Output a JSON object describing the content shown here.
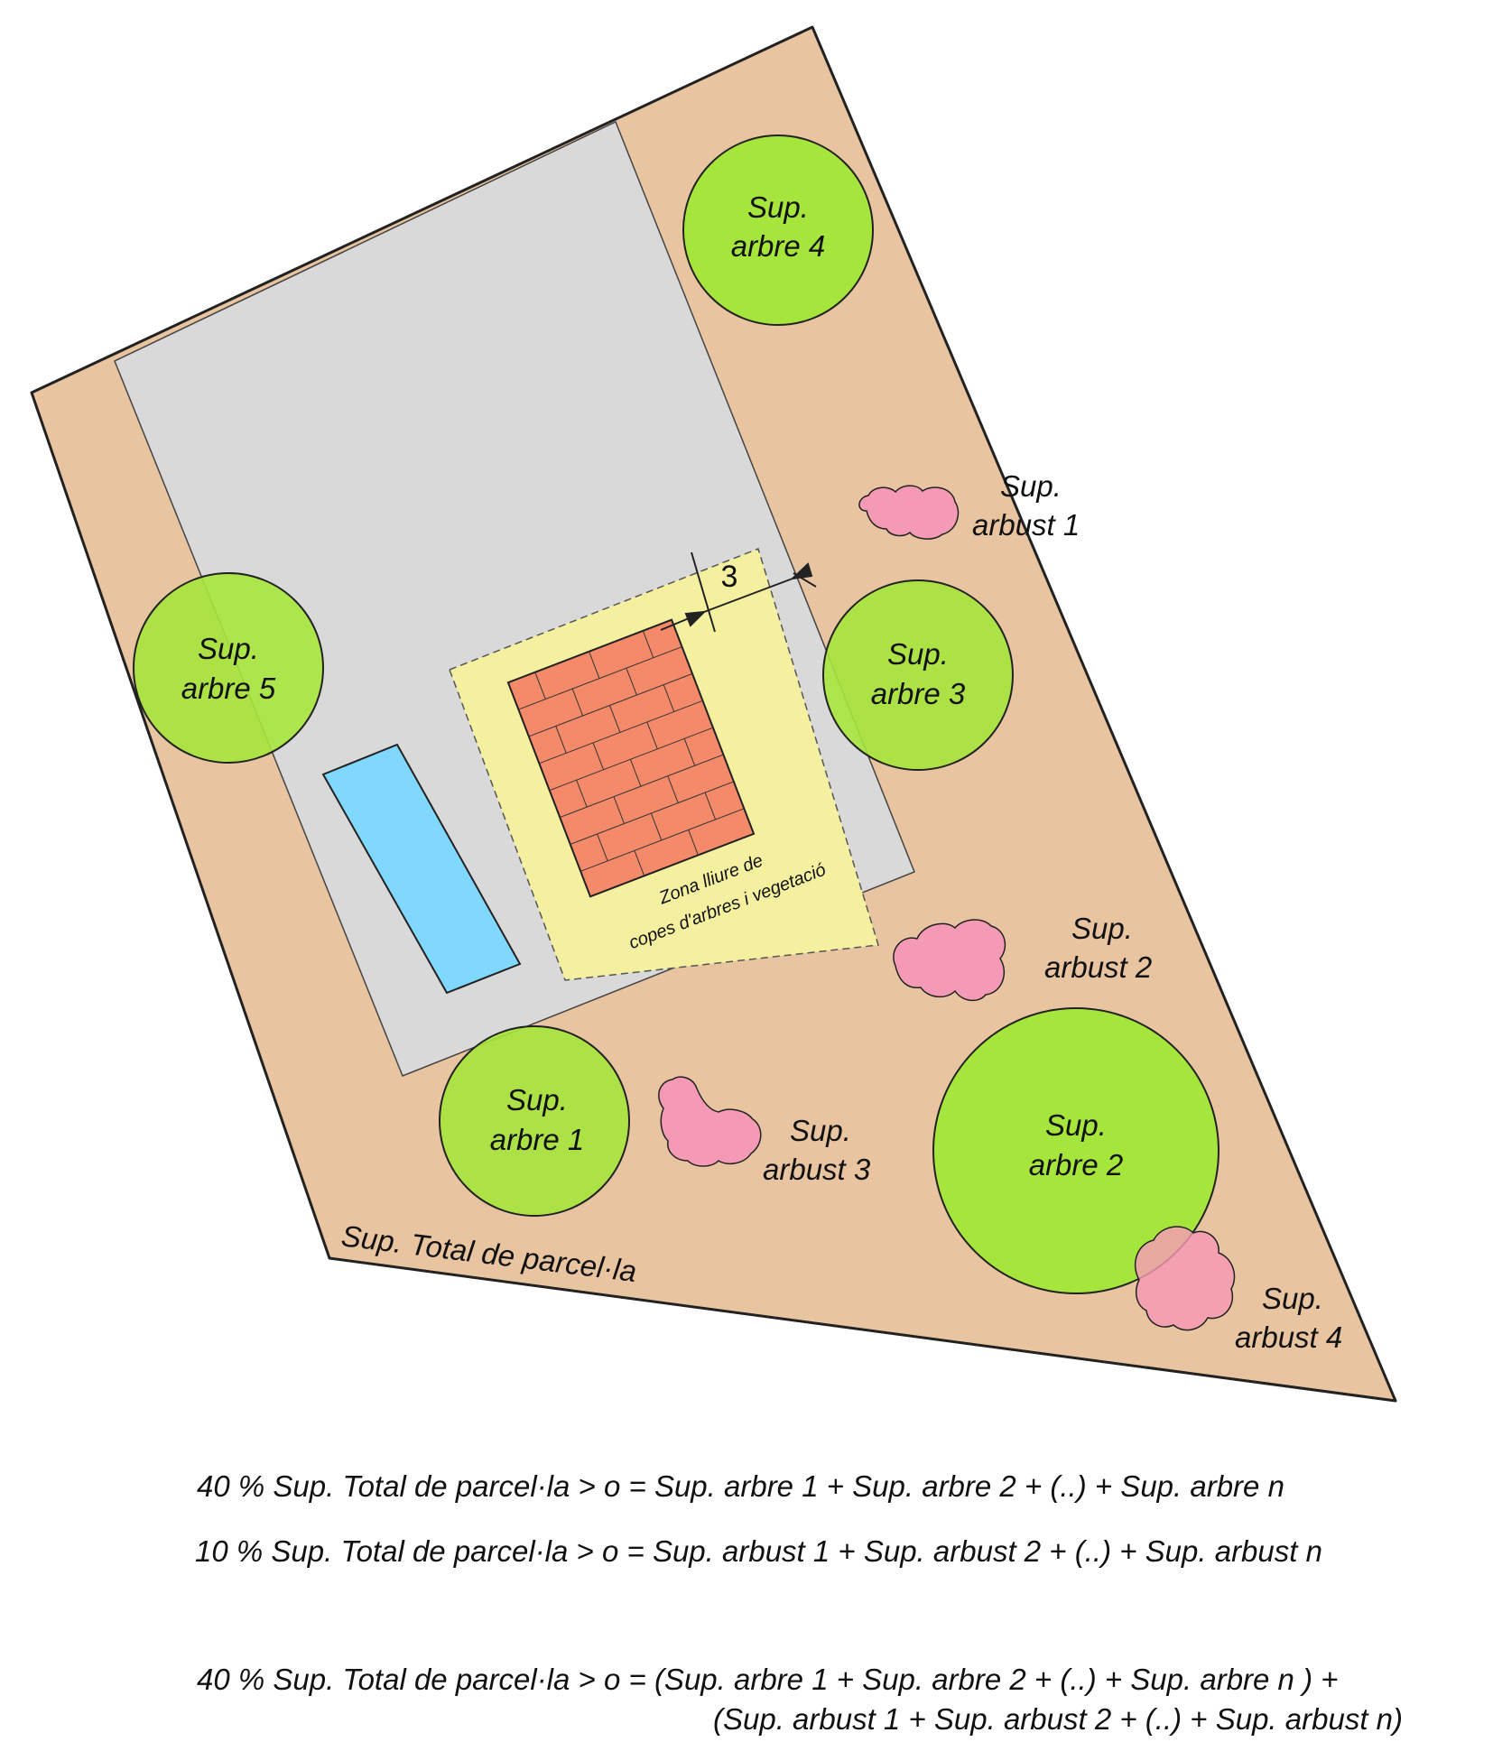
{
  "labels": {
    "arbre_1": [
      "Sup.",
      "arbre 1"
    ],
    "arbre_2": [
      "Sup.",
      "arbre 2"
    ],
    "arbre_3": [
      "Sup.",
      "arbre 3"
    ],
    "arbre_4": [
      "Sup.",
      "arbre 4"
    ],
    "arbre_5": [
      "Sup.",
      "arbre 5"
    ],
    "arbust_1": [
      "Sup.",
      "arbust 1"
    ],
    "arbust_2": [
      "Sup.",
      "arbust 2"
    ],
    "arbust_3": [
      "Sup.",
      "arbust 3"
    ],
    "arbust_4": [
      "Sup.",
      "arbust 4"
    ],
    "total_parcela": "Sup. Total de parcel·la",
    "zona_lliure": [
      "Zona lliure de",
      "copes d'arbres i vegetació"
    ],
    "dimension": "3"
  },
  "formulas": {
    "trees": "40 % Sup. Total de parcel·la > o = Sup. arbre 1 + Sup. arbre 2 + (..) + Sup. arbre n",
    "shrubs": "10 % Sup. Total de parcel·la > o = Sup. arbust 1 + Sup. arbust 2 + (..) + Sup. arbust n",
    "combined_line1": "40 % Sup. Total de parcel·la > o = (Sup. arbre 1 + Sup. arbre 2 + (..) + Sup. arbre n ) +",
    "combined_line2": "(Sup. arbust 1 + Sup. arbust 2 + (..) + Sup. arbust n)"
  },
  "colors": {
    "parcel": "#e8c4a0",
    "paved": "#d9d9d9",
    "free_zone": "#f4f0a0",
    "pavilion": "#f58a6a",
    "pool": "#80d8ff",
    "tree": "#a6e63c",
    "shrub": "#f59ab4",
    "line": "#222222"
  }
}
